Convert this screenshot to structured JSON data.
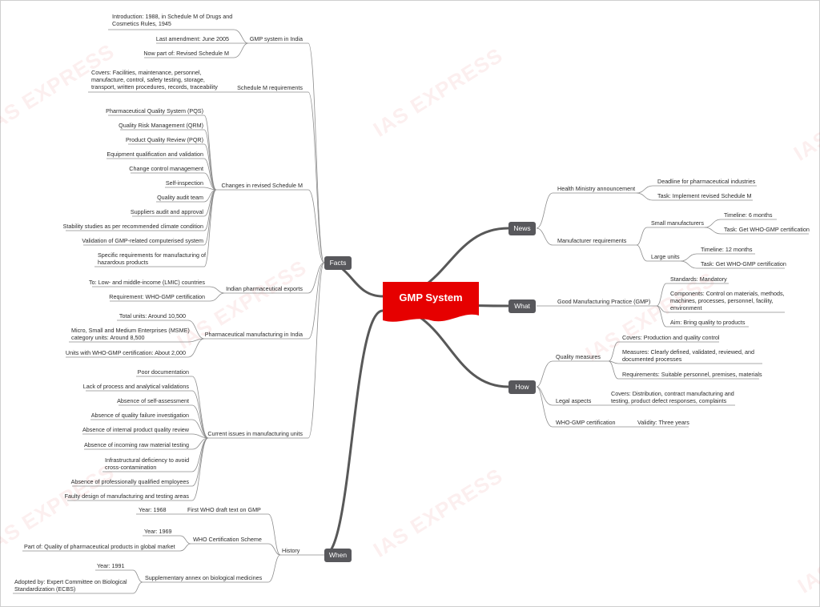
{
  "center": "GMP System",
  "watermark": "IAS EXPRESS",
  "colors": {
    "center_fill": "#e60000",
    "branch_fill": "#58585c",
    "line": "#8c8c8c",
    "trunk": "#585858"
  },
  "branches": {
    "news": "News",
    "what": "What",
    "how": "How",
    "facts": "Facts",
    "when": "When"
  },
  "news": {
    "health_ministry": "Health Ministry announcement",
    "deadline": "Deadline for pharmaceutical industries",
    "task_revised": "Task: Implement revised Schedule M",
    "manufacturer_requirements": "Manufacturer requirements",
    "small": "Small manufacturers",
    "small_timeline": "Timeline: 6 months",
    "small_task": "Task: Get WHO-GMP certification",
    "large": "Large units",
    "large_timeline": "Timeline: 12 months",
    "large_task": "Task: Get WHO-GMP certification"
  },
  "what": {
    "gmp": "Good Manufacturing Practice (GMP)",
    "standards": "Standards: Mandatory",
    "components": [
      "Components: Control on materials, methods,",
      "machines, processes, personnel, facility,",
      "environment"
    ],
    "aim": "Aim: Bring quality to products"
  },
  "how": {
    "quality_measures": "Quality measures",
    "covers": "Covers: Production and quality control",
    "measures": [
      "Measures: Clearly defined, validated, reviewed, and",
      "documented processes"
    ],
    "requirements": "Requirements: Suitable personnel, premises, materials",
    "legal": "Legal aspects",
    "legal_covers": [
      "Covers: Distribution, contract manufacturing and",
      "testing, product defect responses, complaints"
    ],
    "who_cert": "WHO-GMP certification",
    "validity": "Validity: Three years"
  },
  "facts": {
    "gmp_india": "GMP system in India",
    "intro": [
      "Introduction: 1988, in Schedule M of Drugs and",
      "Cosmetics Rules, 1945"
    ],
    "last_amendment": "Last amendment: June 2005",
    "now_part": "Now part of: Revised Schedule M",
    "schedule_m_req": "Schedule M requirements",
    "covers": [
      "Covers: Facilities, maintenance, personnel,",
      "manufacture, control, safety testing, storage,",
      "transport, written procedures, records, traceability"
    ],
    "changes": "Changes in revised Schedule M",
    "changes_items": [
      "Pharmaceutical Quality System (PQS)",
      "Quality Risk Management (QRM)",
      "Product Quality Review (PQR)",
      "Equipment qualification and validation",
      "Change control management",
      "Self-inspection",
      "Quality audit team",
      "Suppliers audit and approval",
      "Stability studies as per recommended climate condition",
      "Validation of GMP-related computerised system"
    ],
    "hazardous": [
      "Specific requirements for manufacturing of",
      "hazardous products"
    ],
    "exports": "Indian pharmaceutical exports",
    "exports_to": "To: Low- and middle-income (LMIC) countries",
    "exports_req": "Requirement: WHO-GMP certification",
    "mfg": "Pharmaceutical manufacturing in India",
    "total_units": "Total units: Around 10,500",
    "msme": [
      "Micro, Small and Medium Enterprises (MSME)",
      "category units: Around 8,500"
    ],
    "who_units": "Units with WHO-GMP certification: About 2,000",
    "issues": "Current issues in manufacturing units",
    "issues_items": [
      "Poor documentation",
      "Lack of process and analytical validations",
      "Absence of self-assessment",
      "Absence of quality failure investigation",
      "Absence of internal product quality review",
      "Absence of incoming raw material testing"
    ],
    "infra": [
      "Infrastructural deficiency to avoid",
      "cross-contamination"
    ],
    "issues_items2": [
      "Absence of professionally qualified employees",
      "Faulty design of manufacturing and testing areas"
    ]
  },
  "when": {
    "history": "History",
    "first_who": "First WHO draft text on GMP",
    "year_1968": "Year: 1968",
    "who_scheme": "WHO Certification Scheme",
    "year_1969": "Year: 1969",
    "part_of": "Part of: Quality of pharmaceutical products in global market",
    "supplementary": "Supplementary annex on biological medicines",
    "year_1991": "Year: 1991",
    "adopted": [
      "Adopted by: Expert Committee on Biological",
      "Standardization (ECBS)"
    ]
  }
}
